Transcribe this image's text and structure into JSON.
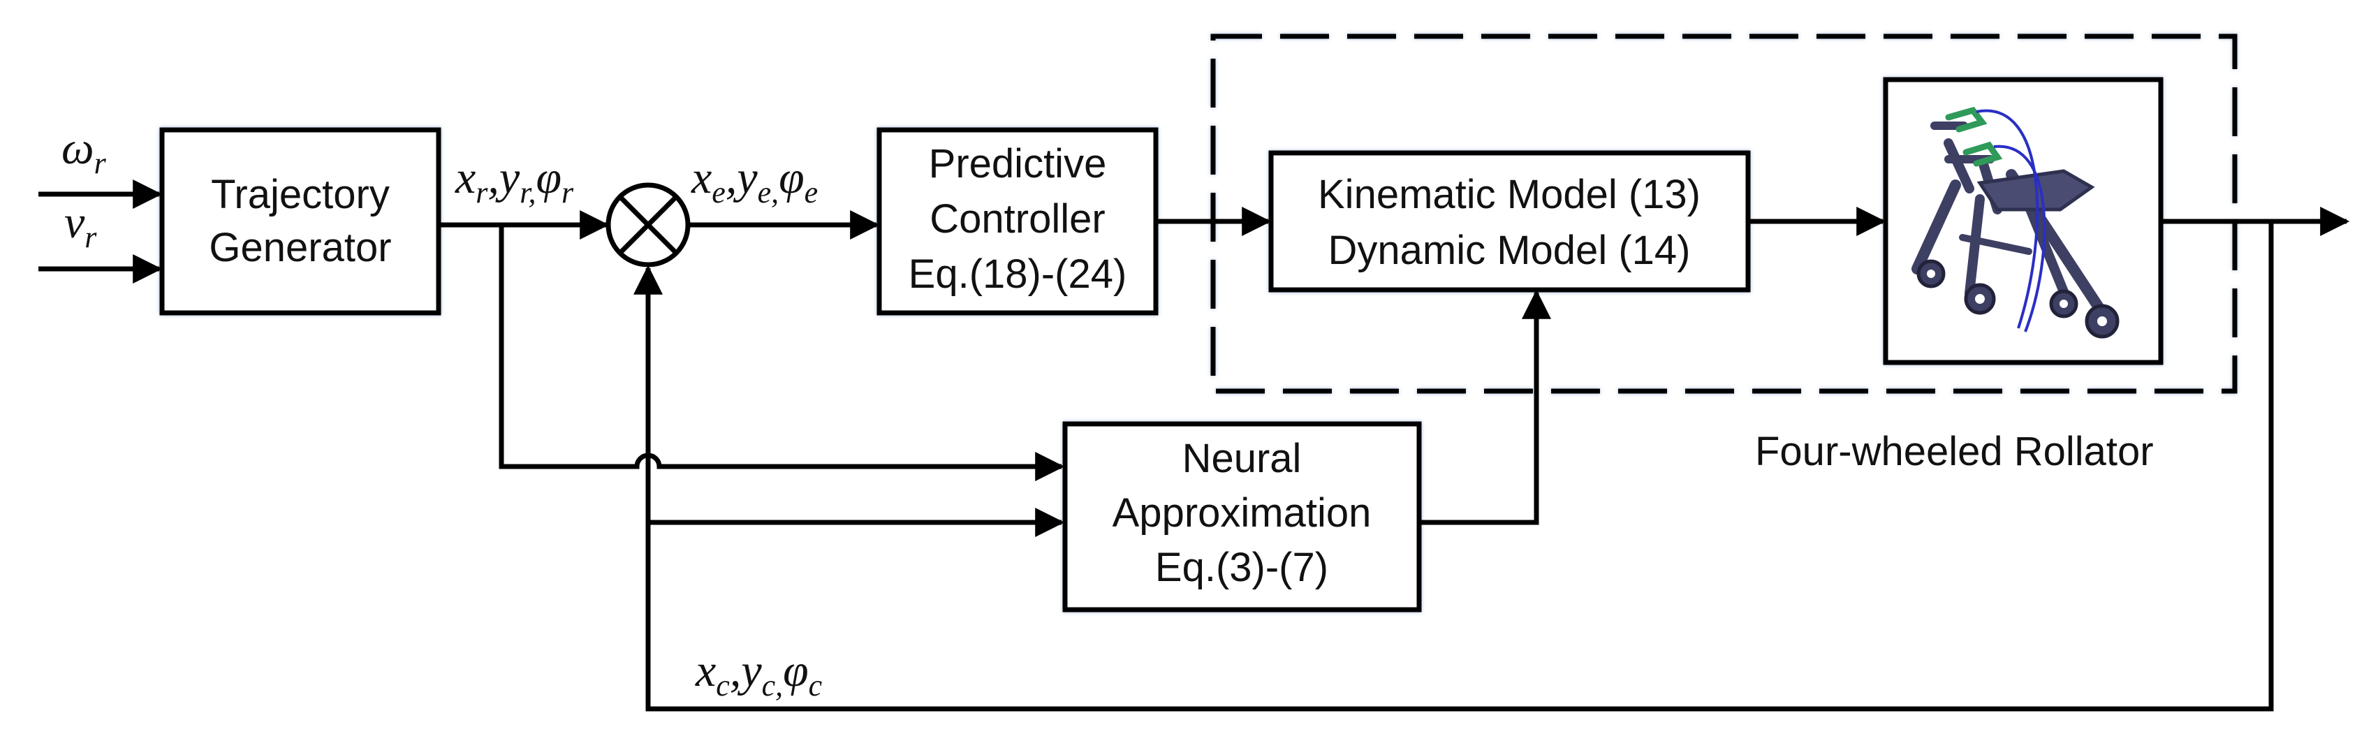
{
  "inputs": {
    "omega": "ω",
    "omega_sub": "r",
    "v": "v",
    "v_sub": "r"
  },
  "blocks": {
    "trajectory_generator": [
      "Trajectory",
      "Generator"
    ],
    "predictive_controller": [
      "Predictive",
      "Controller",
      "Eq.(18)-(24)"
    ],
    "model": [
      "Kinematic Model (13)",
      "Dynamic Model (14)"
    ],
    "neural": [
      "Neural",
      "Approximation",
      "Eq.(3)-(7)"
    ]
  },
  "signals": {
    "reference": {
      "a": "x",
      "a_sub": "r",
      "b": "y",
      "b_sub": "r,",
      "c": "φ",
      "c_sub": "r",
      "sep": ","
    },
    "error": {
      "a": "x",
      "a_sub": "e",
      "b": "y",
      "b_sub": "e,",
      "c": "φ",
      "c_sub": "e",
      "sep": ","
    },
    "current": {
      "a": "x",
      "a_sub": "c",
      "b": "y",
      "b_sub": "c,",
      "c": "φ",
      "c_sub": "c",
      "sep": ","
    }
  },
  "plant_label": "Four-wheeled Rollator",
  "colors": {
    "line": "#000000",
    "rollator_frame": "#3d3f63",
    "rollator_handle": "#2f9a5a",
    "rollator_cable": "#2a2fc4"
  },
  "icons": {
    "summing_junction": "circle-cross-icon",
    "rollator": "rollator-walker-icon"
  }
}
